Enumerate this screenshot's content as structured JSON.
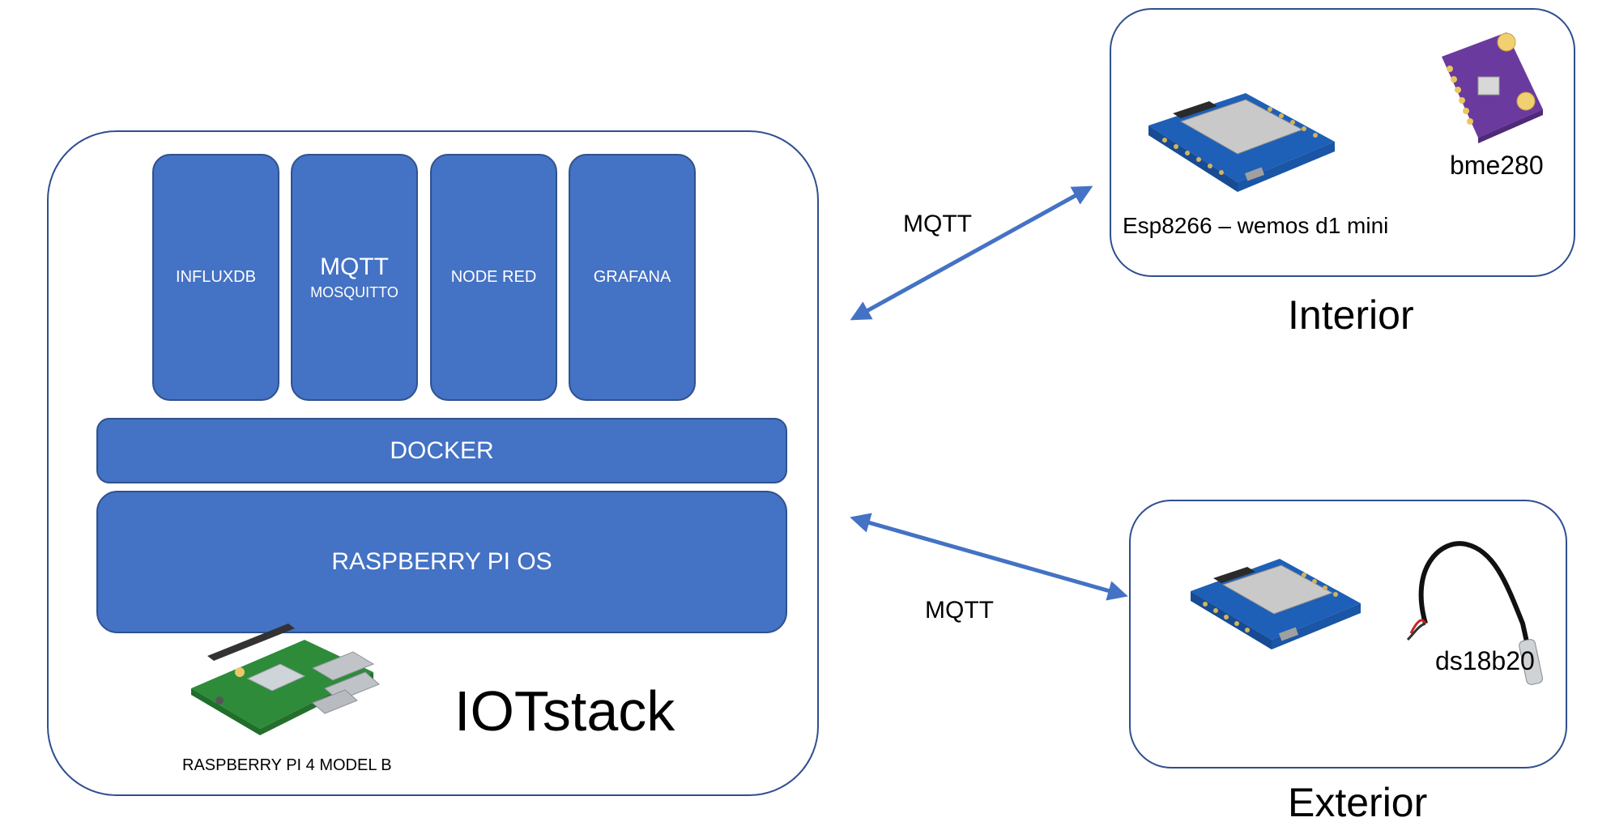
{
  "services": [
    {
      "name": "INFLUXDB",
      "sub": ""
    },
    {
      "name": "MQTT",
      "sub": "MOSQUITTO"
    },
    {
      "name": "NODE RED",
      "sub": ""
    },
    {
      "name": "GRAFANA",
      "sub": ""
    }
  ],
  "layers": {
    "docker": "DOCKER",
    "os": "RASPBERRY PI OS"
  },
  "pi": {
    "model_label": "RASPBERRY PI 4 MODEL B",
    "stack_title": "IOTstack"
  },
  "interior": {
    "board_label": "Esp8266 – wemos d1 mini",
    "sensor_label": "bme280",
    "caption": "Interior"
  },
  "exterior": {
    "sensor_label": "ds18b20",
    "caption": "Exterior"
  },
  "links": {
    "top": "MQTT",
    "bottom": "MQTT"
  },
  "colors": {
    "box_fill": "#4472c4",
    "box_border": "#2f528f",
    "arrow": "#4472c4",
    "frame": "#2f4f8f"
  },
  "icons": [
    "esp8266-board-icon",
    "bme280-sensor-icon",
    "ds18b20-probe-icon",
    "raspberry-pi-board-icon"
  ]
}
